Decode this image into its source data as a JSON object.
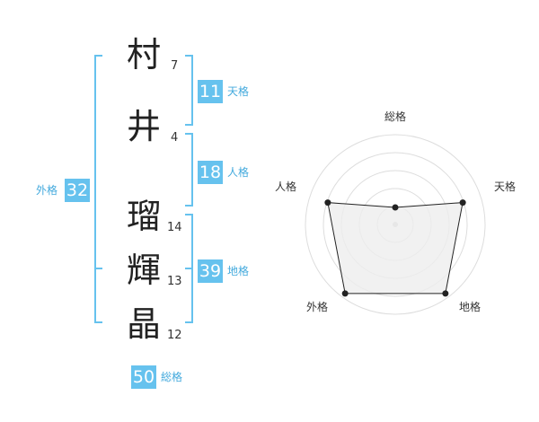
{
  "characters": [
    {
      "kanji": "村",
      "strokes": "7"
    },
    {
      "kanji": "井",
      "strokes": "4"
    },
    {
      "kanji": "瑠",
      "strokes": "14"
    },
    {
      "kanji": "輝",
      "strokes": "13"
    },
    {
      "kanji": "晶",
      "strokes": "12"
    }
  ],
  "kakusu": {
    "tenkaku": {
      "value": "11",
      "label": "天格"
    },
    "jinkaku": {
      "value": "18",
      "label": "人格"
    },
    "chikaku": {
      "value": "39",
      "label": "地格"
    },
    "gaikaku": {
      "value": "32",
      "label": "外格"
    },
    "soukaku": {
      "value": "50",
      "label": "総格"
    }
  },
  "radar": {
    "axes": [
      "総格",
      "天格",
      "地格",
      "外格",
      "人格"
    ],
    "values": [
      0.19,
      0.79,
      0.95,
      0.95,
      0.79
    ],
    "fill_color": "#eeeeee",
    "line_color": "#222222",
    "ring_color": "#dddddd"
  },
  "colors": {
    "accent": "#66c2ee"
  }
}
